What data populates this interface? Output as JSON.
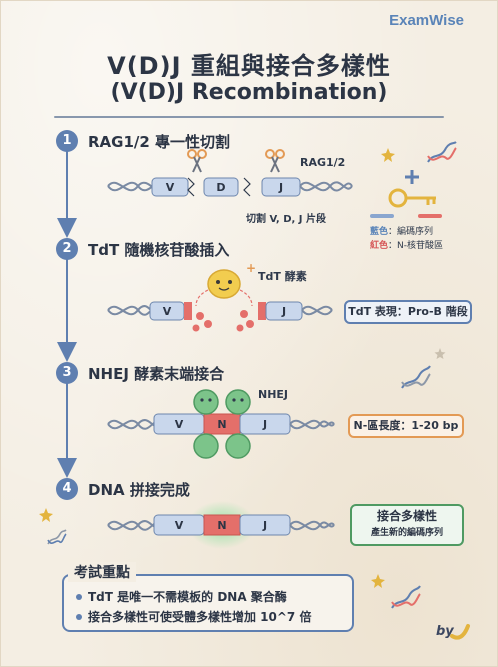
{
  "brand": "ExamWise",
  "title": {
    "zh": "V(D)J 重組與接合多樣性",
    "en": "(V(D)J Recombination)"
  },
  "steps": [
    {
      "number": "1",
      "title": "RAG1/2 專一性切割"
    },
    {
      "number": "2",
      "title": "TdT 隨機核苷酸插入"
    },
    {
      "number": "3",
      "title": "NHEJ 酵素末端接合"
    },
    {
      "number": "4",
      "title": "DNA 拼接完成"
    }
  ],
  "step1": {
    "rag_label": "RAG1/2",
    "segments": [
      "V",
      "D",
      "J"
    ],
    "cut_label": "切割 V, D, J 片段"
  },
  "step2": {
    "enzyme_label": "TdT 酵素",
    "segments": [
      "V",
      "J"
    ],
    "tag": "TdT 表現：Pro-B 階段"
  },
  "step3": {
    "enzyme_label": "NHEJ",
    "segments": [
      "V",
      "N",
      "J"
    ],
    "tag": "N-區長度：1-20 bp"
  },
  "step4": {
    "segments": [
      "V",
      "N",
      "J"
    ],
    "tag_title": "接合多樣性",
    "tag_sub": "產生新的編碼序列"
  },
  "legend": {
    "blue_word": "藍色",
    "blue_desc": "：編碼序列",
    "red_word": "紅色",
    "red_desc": "：N-核苷酸區"
  },
  "key_points": {
    "title": "考試重點",
    "items": [
      "TdT 是唯一不需模板的 DNA 聚合酶",
      "接合多樣性可使受體多樣性增加 10^7 倍"
    ]
  },
  "signature": "by",
  "colors": {
    "accent": "#5f7fb0",
    "coding_blue": "#8aa6cf",
    "n_region_red": "#e46f6a",
    "tdt_yellow": "#f2cd4f",
    "nhej_green": "#7cc48a"
  }
}
